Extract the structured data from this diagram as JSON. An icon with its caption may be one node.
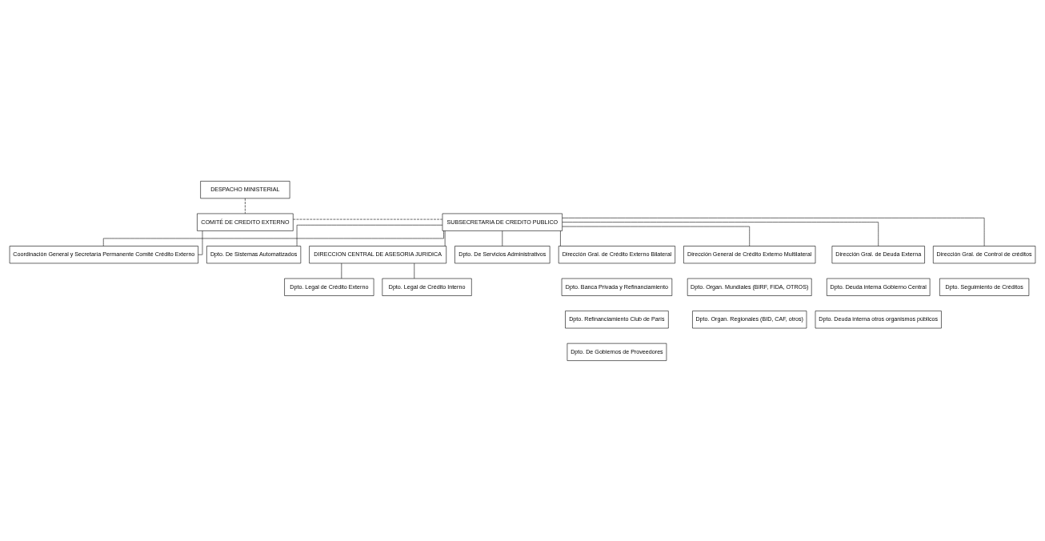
{
  "diagram": {
    "nodes": [
      {
        "text": [
          "DESPACHO MINISTERIAL"
        ]
      },
      {
        "text": [
          "COMITÉ DE CREDITO EXTERNO"
        ]
      },
      {
        "text": [
          "SUBSECRETARIA DE CREDITO PUBLICO"
        ]
      },
      {
        "text": [
          "Coordinación General y Secretaría Permanente Comité Crédito Externo"
        ]
      },
      {
        "text": [
          "Dpto. De Sistemas Automatizados"
        ]
      },
      {
        "text": [
          "DIRECCION CENTRAL DE ASESORIA JURIDICA"
        ]
      },
      {
        "text": [
          "Dpto. Legal de Crédito Externo"
        ]
      },
      {
        "text": [
          "Dpto. Legal de Crédito Interno"
        ]
      },
      {
        "text": [
          "Dpto. De Servicios Administrativos"
        ]
      },
      {
        "text": [
          "Dirección Gral. de Crédito Externo Bilateral"
        ]
      },
      {
        "text": [
          "Dirección General de Crédito Externo Multilateral"
        ]
      },
      {
        "text": [
          "Dirección Gral. de Deuda Externa"
        ]
      },
      {
        "text": [
          "Dirección Gral. de Control de créditos"
        ]
      },
      {
        "text": [
          "Dpto. Banca Privada y Refinanciamiento"
        ]
      },
      {
        "text": [
          "Dpto. Organ. Mundiales (BIRF, FIDA, OTROS)"
        ]
      },
      {
        "text": [
          "Dpto. Deuda interna Gobierno Central"
        ]
      },
      {
        "text": [
          "Dpto. Seguimiento de Créditos"
        ]
      },
      {
        "text": [
          "Dpto. Refinanciamiento Club de París"
        ]
      },
      {
        "text": [
          "Dpto. Organ. Regionales (BID, CAF, otros)"
        ]
      },
      {
        "text": [
          "Dpto. Deuda interna otros organismos públicos"
        ]
      },
      {
        "text": [
          "Dpto. De Gobiernos de Proveedores"
        ]
      }
    ],
    "edges": [
      {
        "from": 0,
        "to": 1,
        "arrow": "none",
        "style": "dashed"
      },
      {
        "from": 1,
        "to": 2,
        "arrow": "none",
        "style": "dashed"
      },
      {
        "from": 1,
        "to": 3,
        "arrow": "none"
      },
      {
        "from": 2,
        "to": 3,
        "arrow": "none"
      },
      {
        "from": 2,
        "to": 4,
        "arrow": "none"
      },
      {
        "from": 2,
        "to": 5,
        "arrow": "none"
      },
      {
        "from": 2,
        "to": 8,
        "arrow": "none"
      },
      {
        "from": 5,
        "to": 6,
        "arrow": "none"
      },
      {
        "from": 5,
        "to": 7,
        "arrow": "none"
      },
      {
        "from": 2,
        "to": 9,
        "arrow": "none"
      },
      {
        "from": 2,
        "to": 10,
        "arrow": "none"
      },
      {
        "from": 2,
        "to": 11,
        "arrow": "none"
      },
      {
        "from": 2,
        "to": 12,
        "arrow": "none"
      }
    ]
  }
}
